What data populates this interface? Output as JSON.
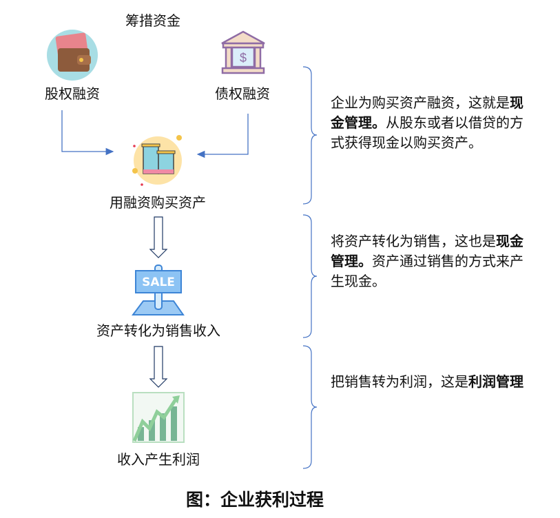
{
  "title": "筹措资金",
  "nodes": {
    "equity": "股权融资",
    "debt": "债权融资",
    "buy_assets": "用融资购买资产",
    "sales": "资产转化为销售收入",
    "profit": "收入产生利润"
  },
  "sale_sign": "SALE",
  "notes": [
    {
      "pre": "企业为购买资产融资，这就是",
      "bold": "现金管理。",
      "post": "从股东或者以借贷的方式获得现金以购买资产。"
    },
    {
      "pre": "将资产转化为销售，这也是",
      "bold": "现金管理。",
      "post": "资产通过销售的方式来产生现金。"
    },
    {
      "pre": "把销售转为利润，这是",
      "bold": "利润管理",
      "post": ""
    }
  ],
  "caption": "图：企业获利过程",
  "colors": {
    "connector": "#4472c4",
    "brace": "#4472c4",
    "arrow_outline": "#1f3864"
  }
}
